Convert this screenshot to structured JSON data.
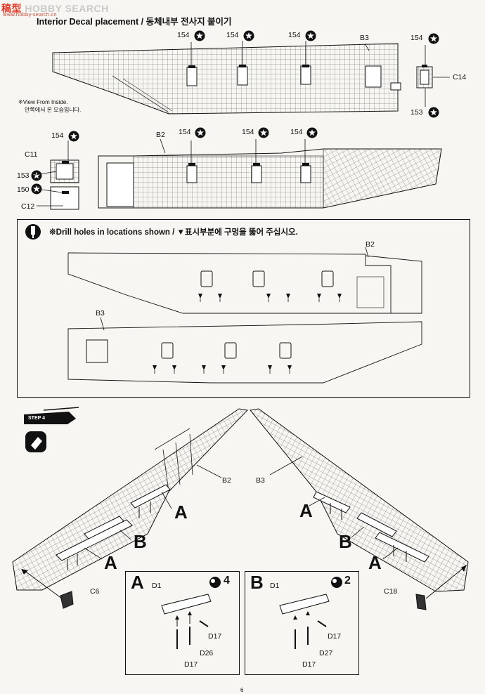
{
  "watermark": {
    "logo_hi": "稿型",
    "logo_rest": "HOBBY SEARCH",
    "sub": "www.hobby-search.cn"
  },
  "title": "Interior Decal placement / 동체내부 전사지 붙이기",
  "note_view_from_inside": "※View From Inside.",
  "note_view_from_inside_kr": "안쪽에서 본 모습입니다.",
  "labels": {
    "decal_154": "154",
    "decal_153": "153",
    "decal_150": "150",
    "b2": "B2",
    "b3": "B3",
    "c14": "C14",
    "c11": "C11",
    "c12": "C12",
    "c6": "C6",
    "c18": "C18",
    "d1": "D1",
    "d17": "D17",
    "d26": "D26",
    "d27": "D27",
    "a": "A",
    "b": "B"
  },
  "drill_instruction": "※Drill holes in locations shown / ▼표시부분에 구멍을 뚫어 주십시오.",
  "step_label": "STEP 4",
  "subassembly_a": {
    "letter": "A",
    "quantity": "4"
  },
  "subassembly_b": {
    "letter": "B",
    "quantity": "2"
  },
  "page_number": "6"
}
